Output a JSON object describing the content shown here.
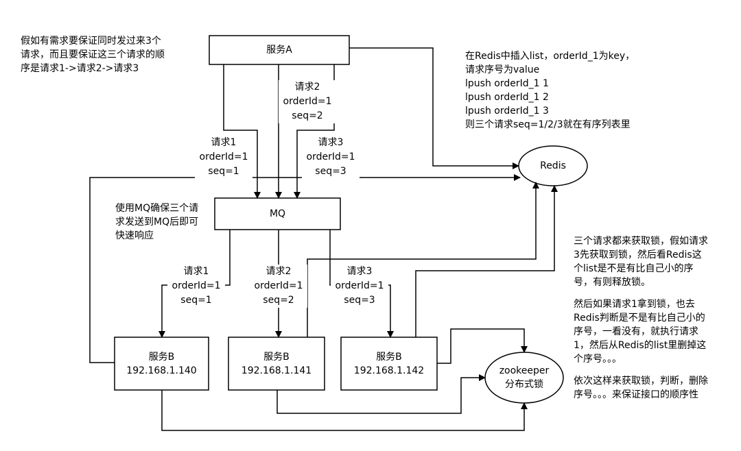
{
  "nodes": {
    "service_a": {
      "label": "服务A"
    },
    "mq": {
      "label": "MQ"
    },
    "redis": {
      "label": "Redis"
    },
    "zookeeper": {
      "line1": "zookeeper",
      "line2": "分布式锁"
    },
    "service_b1": {
      "line1": "服务B",
      "line2": "192.168.1.140"
    },
    "service_b2": {
      "line1": "服务B",
      "line2": "192.168.1.141"
    },
    "service_b3": {
      "line1": "服务B",
      "line2": "192.168.1.142"
    }
  },
  "edge_labels": {
    "top_req1": {
      "l1": "请求1",
      "l2": "orderId=1",
      "l3": "seq=1"
    },
    "top_req2": {
      "l1": "请求2",
      "l2": "orderId=1",
      "l3": "seq=2"
    },
    "top_req3": {
      "l1": "请求3",
      "l2": "orderId=1",
      "l3": "seq=3"
    },
    "bot_req1": {
      "l1": "请求1",
      "l2": "orderId=1",
      "l3": "seq=1"
    },
    "bot_req2": {
      "l1": "请求2",
      "l2": "orderId=1",
      "l3": "seq=2"
    },
    "bot_req3": {
      "l1": "请求3",
      "l2": "orderId=1",
      "l3": "seq=3"
    }
  },
  "notes": {
    "top_left": [
      "假如有需求要保证同时发过来3个",
      "请求，而且要保证这三个请求的顺",
      "序是请求1->请求2->请求3"
    ],
    "redis_note": [
      "在Redis中插入list，orderId_1为key，",
      "请求序号为value",
      "lpush orderId_1 1",
      "lpush orderId_1 2",
      "lpush orderId_1 3",
      "则三个请求seq=1/2/3就在有序列表里"
    ],
    "mq_note": [
      "使用MQ确保三个请",
      "求发送到MQ后即可",
      "快速响应"
    ],
    "right_note_1": [
      "三个请求都来获取锁，假如请求",
      "3先获取到锁，然后看Redis这",
      "个list是不是有比自己小的序",
      "号，有则释放锁。"
    ],
    "right_note_2": [
      "然后如果请求1拿到锁，也去",
      "Redis判断是不是有比自己小的",
      "序号，一看没有，就执行请求",
      "1，然后从Redis的list里删掉这",
      "个序号。。。"
    ],
    "right_note_3": [
      "依次这样来获取锁，判断，删除",
      "序号。。。来保证接口的顺序性"
    ]
  }
}
